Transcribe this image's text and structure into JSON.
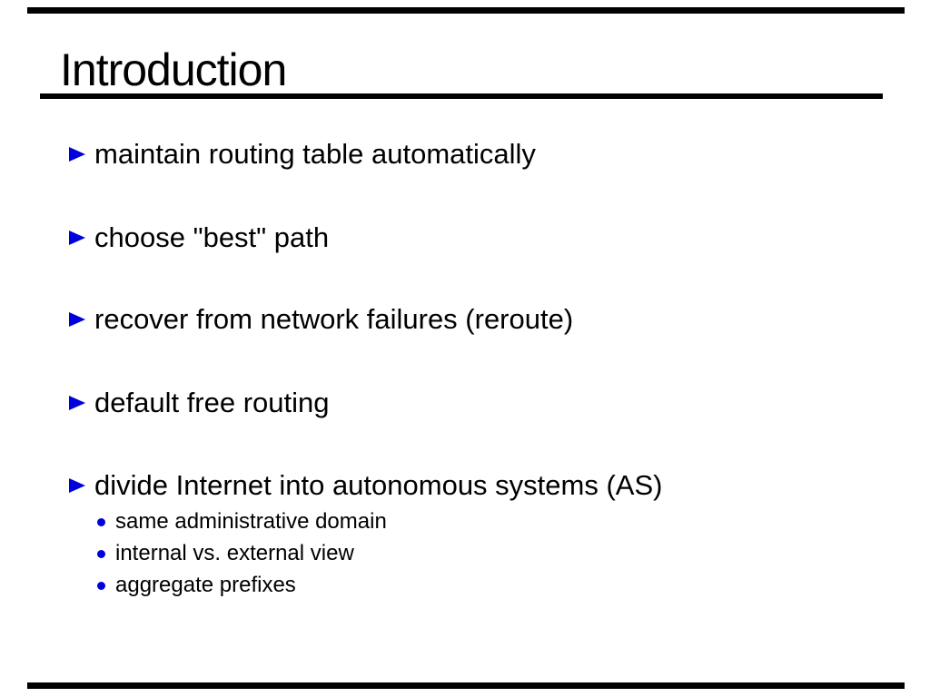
{
  "slide": {
    "title": "Introduction",
    "colors": {
      "background": "#ffffff",
      "text": "#000000",
      "bullet_marker_blue": "#0000dd",
      "rule_black": "#000000"
    },
    "bullets": [
      {
        "label": "maintain routing table automatically"
      },
      {
        "label": "choose \"best\" path"
      },
      {
        "label": "recover from network failures (reroute)"
      },
      {
        "label": "default free routing"
      },
      {
        "label": "divide Internet into autonomous systems (AS)",
        "sub": [
          "same administrative domain",
          "internal vs. external view",
          "aggregate prefixes"
        ]
      }
    ]
  }
}
